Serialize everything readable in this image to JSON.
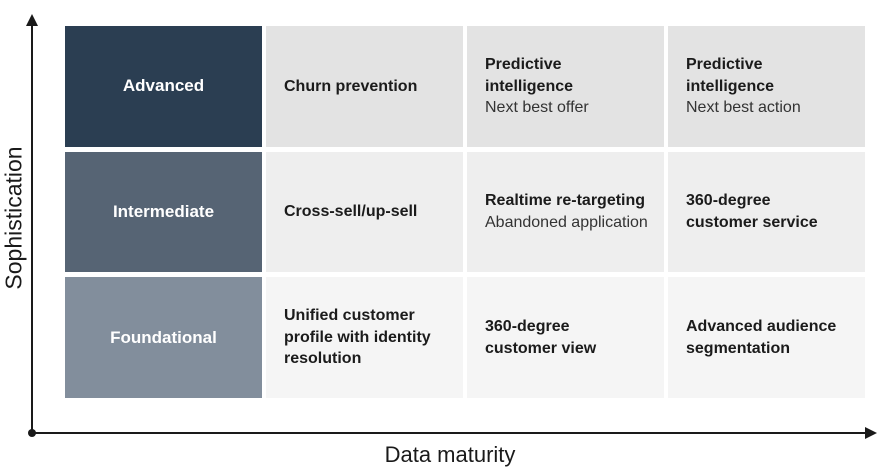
{
  "axes": {
    "y_label": "Sophistication",
    "x_label": "Data maturity",
    "line_color": "#1a1a1a"
  },
  "colors": {
    "background": "#ffffff",
    "label_text": "#ffffff",
    "cell_title_text": "#1b1b1b",
    "cell_subtitle_text": "#333333"
  },
  "matrix": {
    "rows": [
      {
        "label": "Advanced",
        "label_bg": "#2b3e52",
        "cell_bg": "#e3e3e3",
        "cells": [
          {
            "title": "Churn prevention",
            "subtitle": ""
          },
          {
            "title": "Predictive intelligence",
            "subtitle": "Next best offer"
          },
          {
            "title": "Predictive intelligence",
            "subtitle": "Next best action"
          }
        ]
      },
      {
        "label": "Intermediate",
        "label_bg": "#566474",
        "cell_bg": "#eeeeee",
        "cells": [
          {
            "title": "Cross-sell/up-sell",
            "subtitle": ""
          },
          {
            "title": "Realtime re-targeting",
            "subtitle": "Abandoned application"
          },
          {
            "title": "360-degree\ncustomer service",
            "subtitle": ""
          }
        ]
      },
      {
        "label": "Foundational",
        "label_bg": "#828e9c",
        "cell_bg": "#f5f5f5",
        "cells": [
          {
            "title": "Unified customer\nprofile with identity\nresolution",
            "subtitle": ""
          },
          {
            "title": "360-degree\ncustomer view",
            "subtitle": ""
          },
          {
            "title": "Advanced audience\nsegmentation",
            "subtitle": ""
          }
        ]
      }
    ]
  }
}
